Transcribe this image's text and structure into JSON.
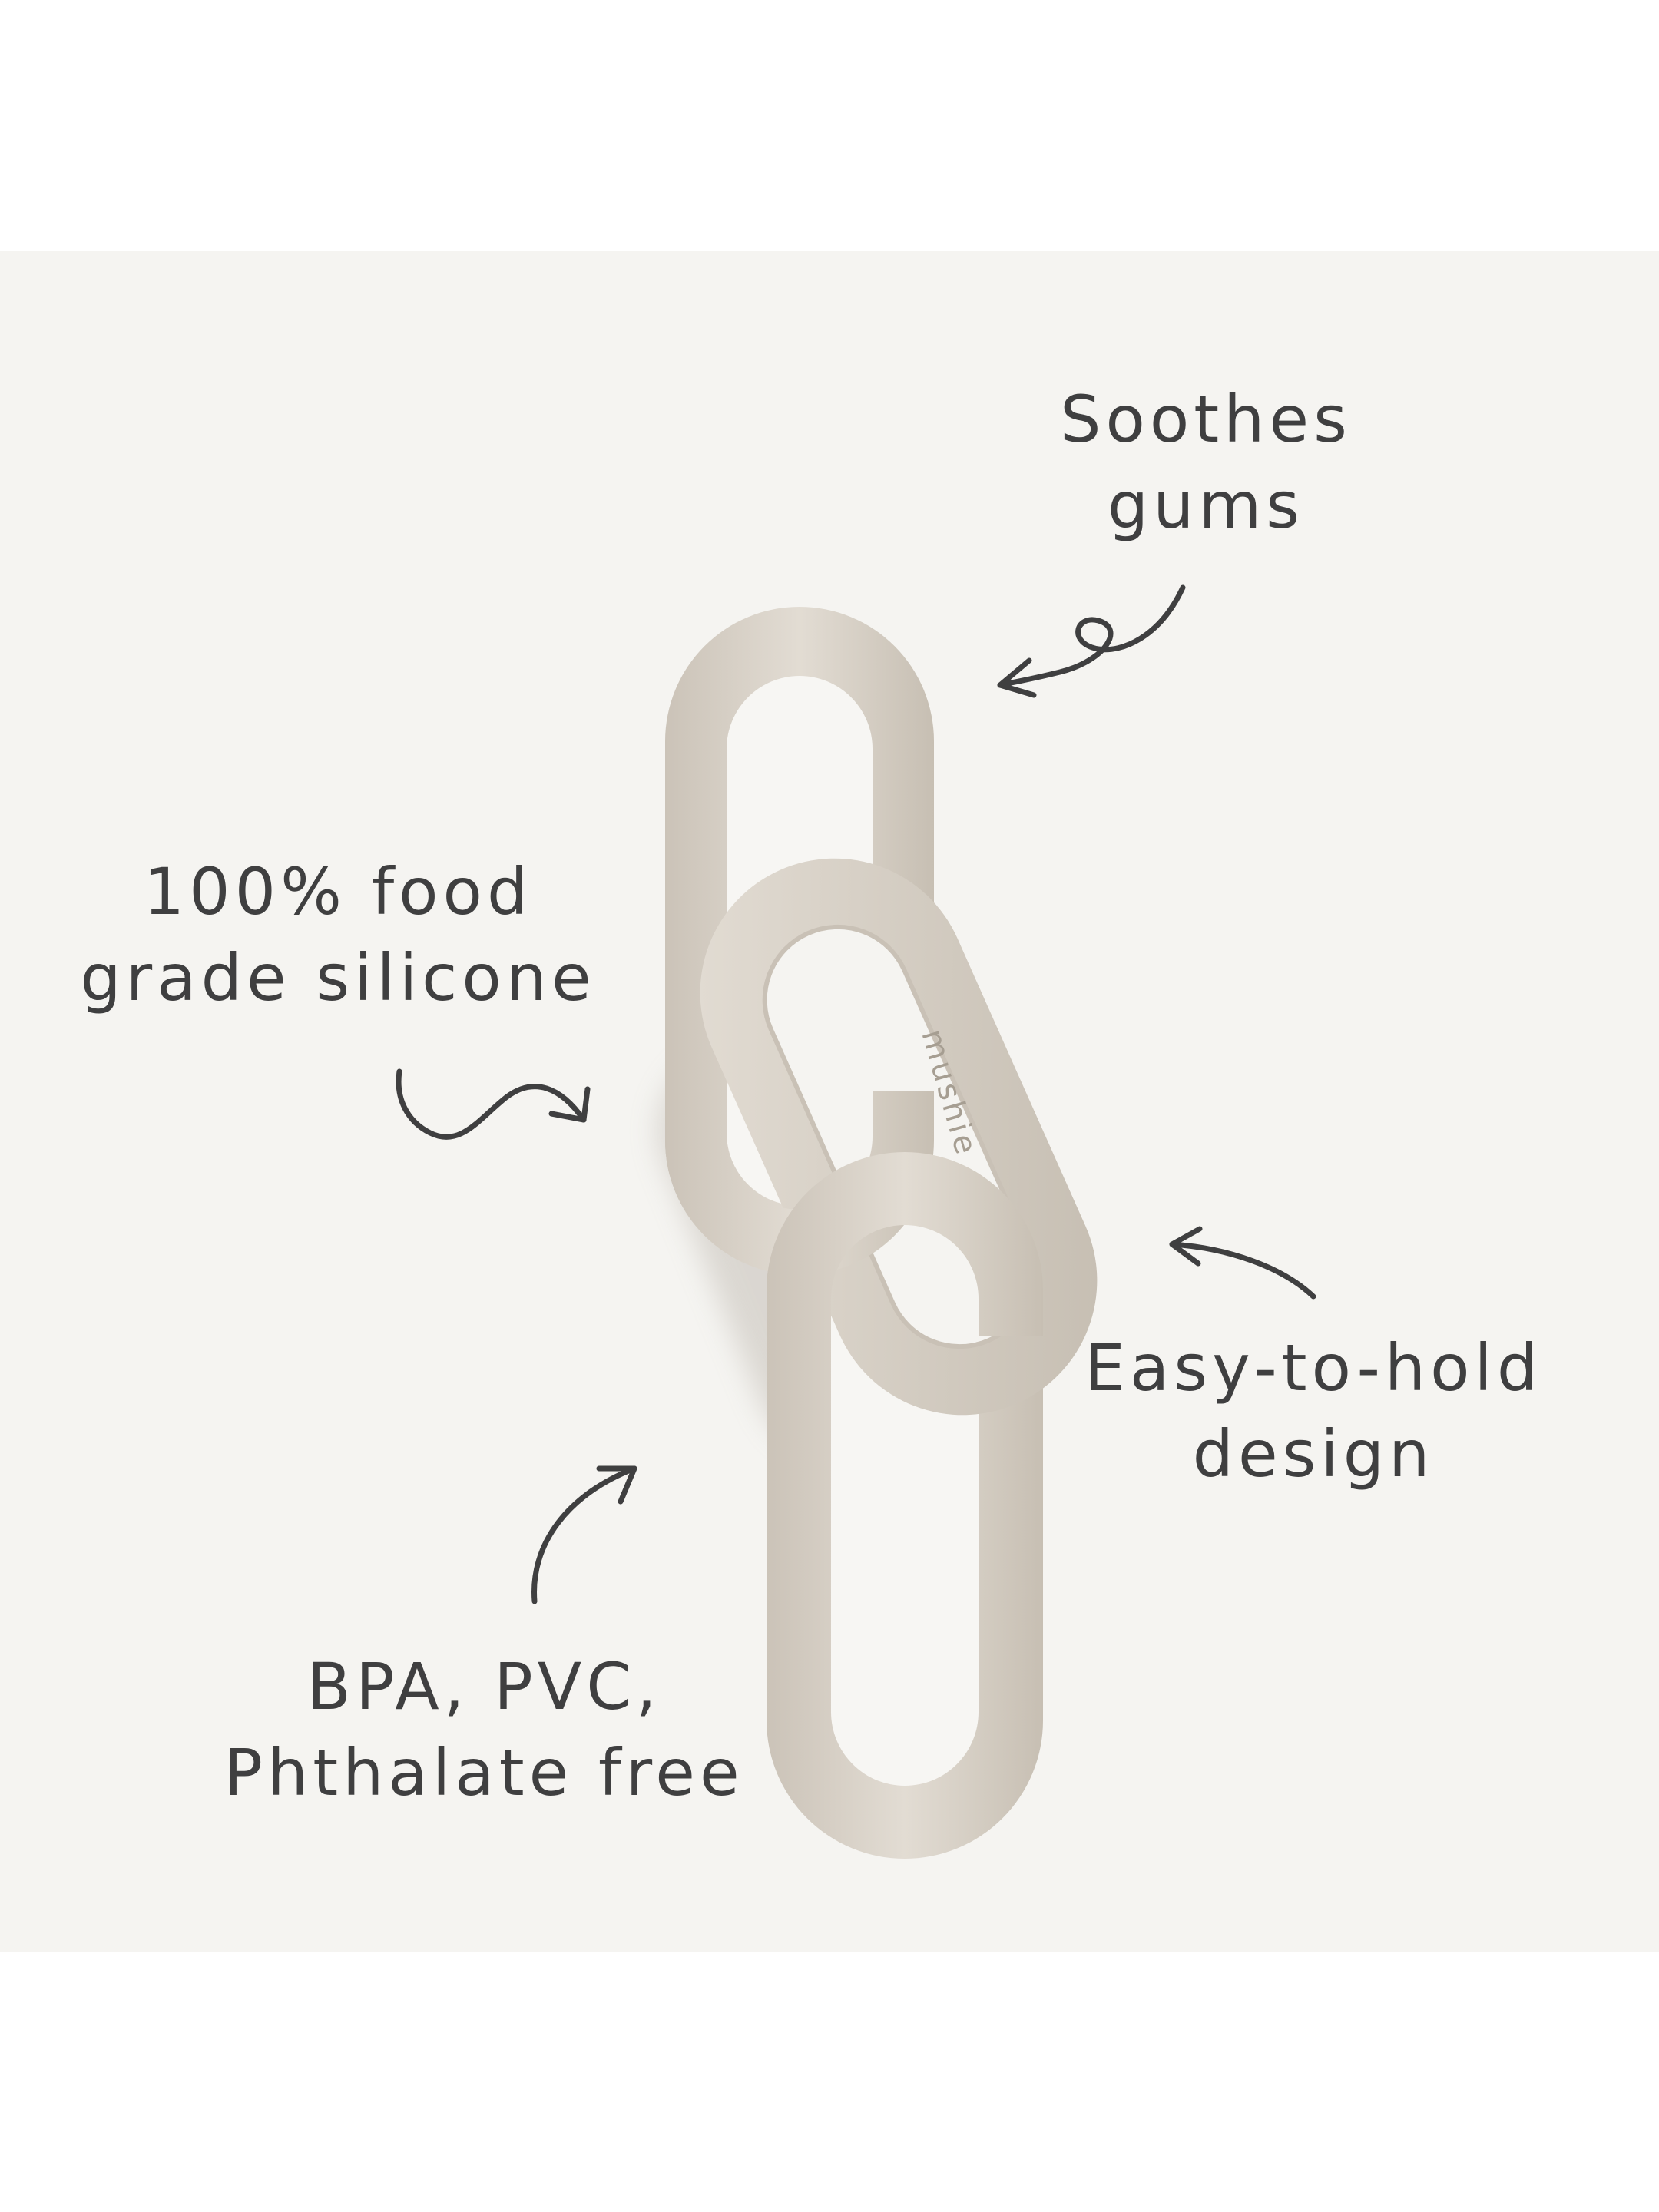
{
  "colors": {
    "background": "#ffffff",
    "panel": "#f5f4f1",
    "ink": "#3f3f40",
    "silicone": "#d9d2c8",
    "silicone_shadow": "#bdb5aa"
  },
  "product": {
    "brand_mark": "mushie"
  },
  "callouts": {
    "soothes": [
      "Soothes",
      "gums"
    ],
    "silicone": [
      "100% food",
      "grade silicone"
    ],
    "hold": [
      "Easy-to-hold",
      "design"
    ],
    "bpa": [
      "BPA, PVC,",
      "Phthalate free"
    ]
  },
  "icons": [
    "arrow-icon"
  ]
}
